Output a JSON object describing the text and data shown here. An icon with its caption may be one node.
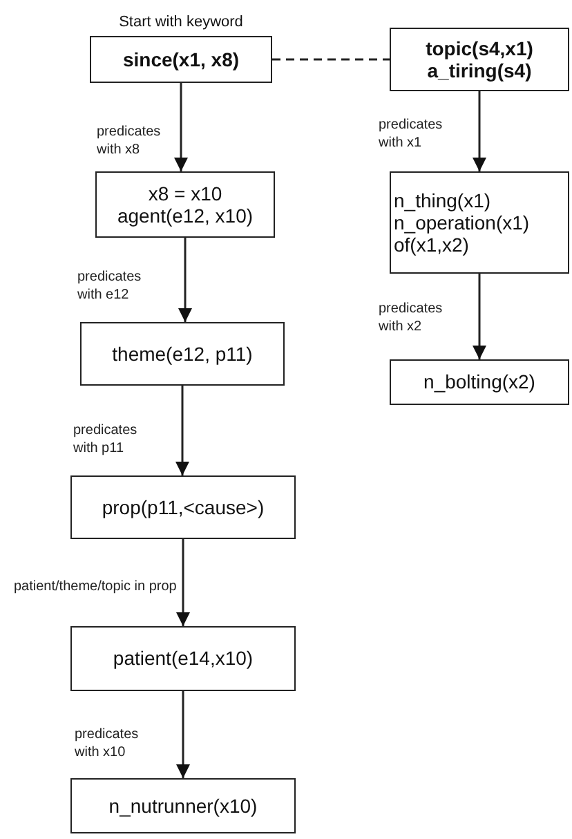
{
  "diagram": {
    "nodes": [
      {
        "text": [
          "since(x1, x8)"
        ],
        "beside": [
          "Start with keyword"
        ]
      },
      {
        "text": [
          "topic(s4,x1)",
          "a_tiring(s4)"
        ]
      },
      {
        "text": [
          "x8 = x10",
          "agent(e12, x10)"
        ]
      },
      {
        "text": [
          "n_thing(x1)",
          "n_operation(x1)",
          "of(x1,x2)"
        ]
      },
      {
        "text": [
          "theme(e12, p11)"
        ]
      },
      {
        "text": [
          "n_bolting(x2)"
        ]
      },
      {
        "text": [
          "prop(p11,<cause>)"
        ]
      },
      {
        "text": [
          "patient(e14,x10)"
        ]
      },
      {
        "text": [
          "n_nutrunner(x10)"
        ]
      }
    ],
    "edges": [
      {
        "from": 0,
        "to": 1,
        "arrow": "none",
        "style": "dashed"
      },
      {
        "from": 0,
        "to": 2,
        "arrow": "to",
        "label": "predicates with x8"
      },
      {
        "from": 1,
        "to": 3,
        "arrow": "to",
        "label": "predicates with x1"
      },
      {
        "from": 2,
        "to": 4,
        "arrow": "to",
        "label": "predicates with e12"
      },
      {
        "from": 3,
        "to": 5,
        "arrow": "to",
        "label": "predicates with x2"
      },
      {
        "from": 4,
        "to": 6,
        "arrow": "to",
        "label": "predicates with p11"
      },
      {
        "from": 6,
        "to": 7,
        "arrow": "to",
        "label": "patient/theme/topic in prop"
      },
      {
        "from": 7,
        "to": 8,
        "arrow": "to",
        "label": "predicates with x10"
      }
    ]
  }
}
